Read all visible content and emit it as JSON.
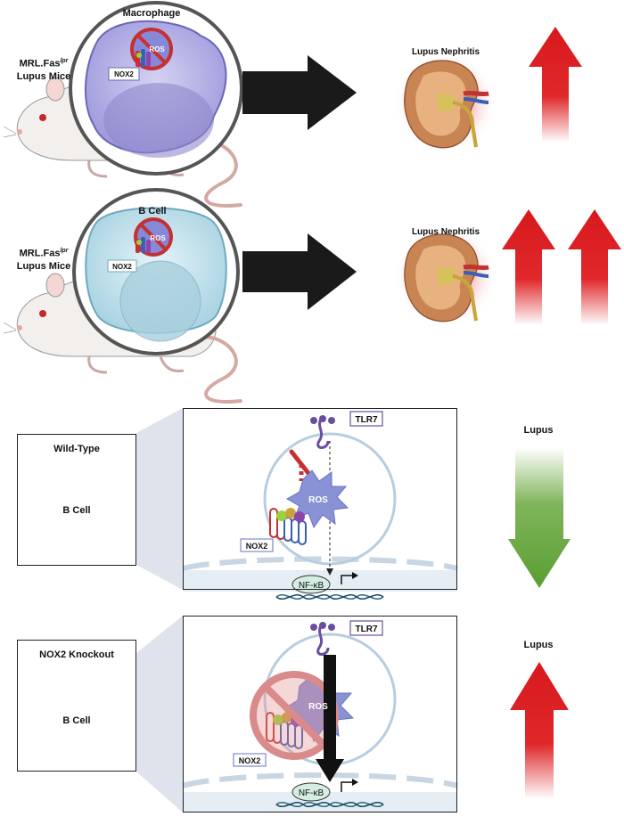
{
  "panel1": {
    "mouse_line1": "MRL.Fas",
    "mouse_sup": "lpr",
    "mouse_line2": "Lupus  Mice",
    "cell_title": "Macrophage",
    "ros": "ROS",
    "nox2": "NOX2",
    "outcome": "Lupus Nephritis",
    "up_arrows": 1
  },
  "panel2": {
    "mouse_line1": "MRL.Fas",
    "mouse_sup": "lpr",
    "mouse_line2": "Lupus  Mice",
    "cell_title": "B Cell",
    "ros": "ROS",
    "nox2": "NOX2",
    "outcome": "Lupus Nephritis",
    "up_arrows": 2
  },
  "panel3": {
    "genotype": "Wild-Type",
    "cell_label": "B Cell",
    "tlr7": "TLR7",
    "ros": "ROS",
    "nox2": "NOX2",
    "nfkb": "NF-κB",
    "outcome": "Lupus",
    "outcome_direction": "down",
    "outcome_color": "#5a9e32"
  },
  "panel4": {
    "genotype": "NOX2 Knockout",
    "cell_label": "B Cell",
    "tlr7": "TLR7",
    "ros": "ROS",
    "nox2": "NOX2",
    "nfkb": "NF-κB",
    "outcome": "Lupus",
    "outcome_direction": "up",
    "outcome_color": "#d7191c"
  }
}
